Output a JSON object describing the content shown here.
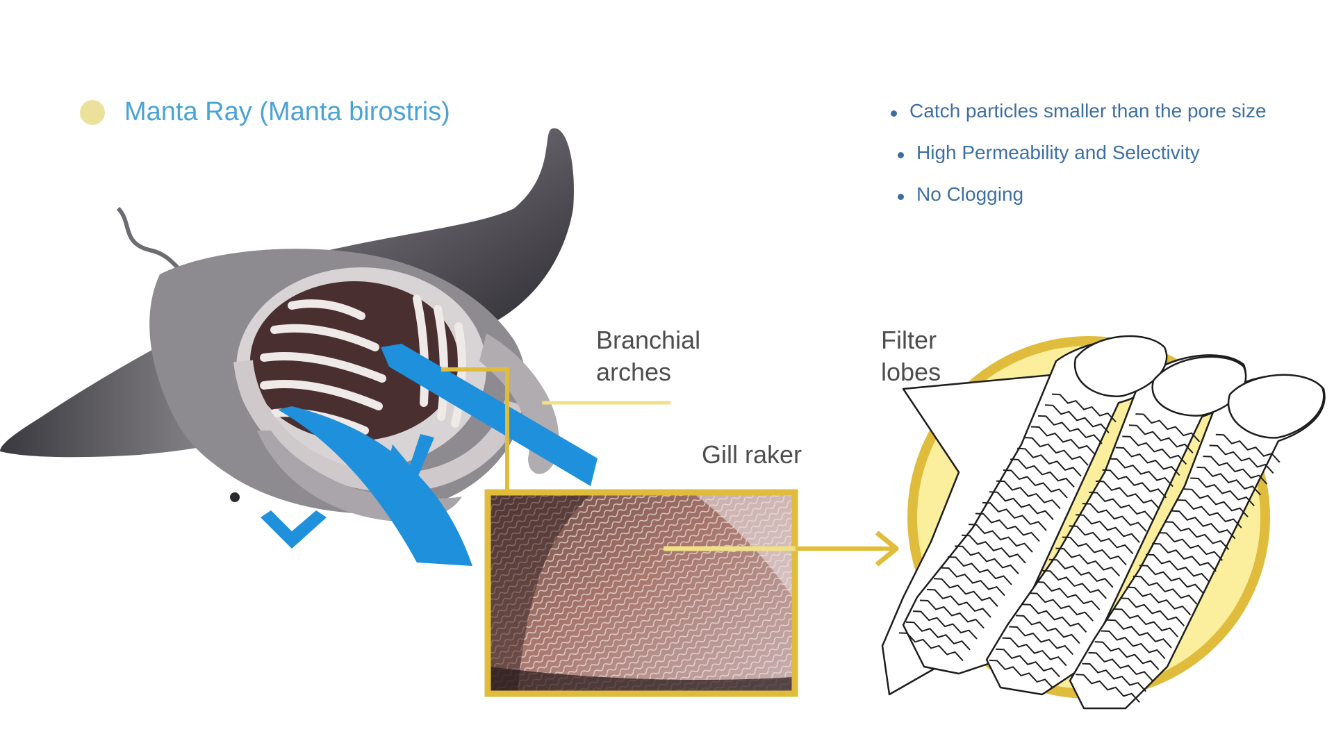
{
  "title": {
    "text": "Manta Ray (Manta birostris)",
    "text_color": "#4aa3d6",
    "dot_color": "#ece19a"
  },
  "bullets": [
    {
      "text": "Catch particles smaller than the pore size"
    },
    {
      "text": "High Permeability and  Selectivity"
    },
    {
      "text": " No Clogging"
    }
  ],
  "bullet_color": "#3d6ea3",
  "labels": {
    "branchial_line1": "Branchial",
    "branchial_line2": "arches",
    "gill_raker": "Gill raker",
    "filter_line1": "Filter",
    "filter_line2": "lobes"
  },
  "colors": {
    "flow_arrow": "#1e90dc",
    "frame_gold": "#e0bc3c",
    "circle_fill": "#fbef9d",
    "leader_line": "#f0e08a",
    "label_text": "#4d4d4d"
  },
  "icons": {
    "manta": "manta-ray-illustration",
    "gill_photo": "gill-raker-photo",
    "filter_lobes": "filter-lobes-drawing",
    "flow": "water-flow-arrows",
    "pointer": "right-arrow-icon"
  }
}
